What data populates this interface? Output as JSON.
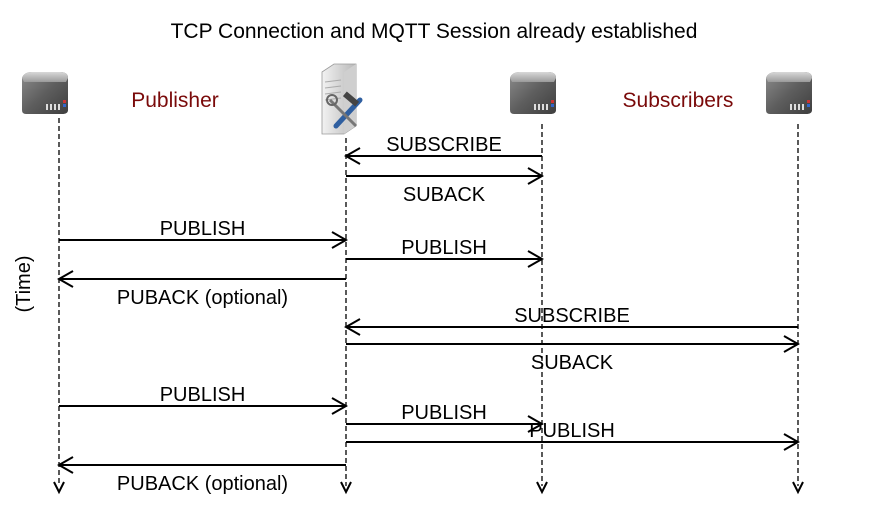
{
  "title": "TCP Connection and MQTT Session already established",
  "time_label": "(Time)",
  "actors": [
    {
      "id": "publisher",
      "icon": "server-box-icon",
      "label": "Publisher"
    },
    {
      "id": "broker",
      "icon": "broker-server-tools-icon",
      "label": ""
    },
    {
      "id": "subscriber1",
      "icon": "server-box-icon",
      "label": ""
    },
    {
      "id": "subscriber2",
      "icon": "server-box-icon",
      "label": ""
    }
  ],
  "group_labels": {
    "publisher": "Publisher",
    "subscribers": "Subscribers"
  },
  "messages": [
    {
      "from": "subscriber1",
      "to": "broker",
      "label": "SUBSCRIBE",
      "label_pos": "above"
    },
    {
      "from": "broker",
      "to": "subscriber1",
      "label": "SUBACK",
      "label_pos": "below"
    },
    {
      "from": "publisher",
      "to": "broker",
      "label": "PUBLISH",
      "label_pos": "above"
    },
    {
      "from": "broker",
      "to": "subscriber1",
      "label": "PUBLISH",
      "label_pos": "above"
    },
    {
      "from": "broker",
      "to": "publisher",
      "label": "PUBACK (optional)",
      "label_pos": "below"
    },
    {
      "from": "subscriber2",
      "to": "broker",
      "label": "SUBSCRIBE",
      "label_pos": "above"
    },
    {
      "from": "broker",
      "to": "subscriber2",
      "label": "SUBACK",
      "label_pos": "below"
    },
    {
      "from": "publisher",
      "to": "broker",
      "label": "PUBLISH",
      "label_pos": "above"
    },
    {
      "from": "broker",
      "to": "subscriber1",
      "label": "PUBLISH",
      "label_pos": "above"
    },
    {
      "from": "broker",
      "to": "subscriber2",
      "label": "PUBLISH",
      "label_pos": "above"
    },
    {
      "from": "broker",
      "to": "publisher",
      "label": "PUBACK (optional)",
      "label_pos": "below"
    }
  ],
  "colors": {
    "actor_label": "#7a0a0a",
    "line": "#000000"
  }
}
